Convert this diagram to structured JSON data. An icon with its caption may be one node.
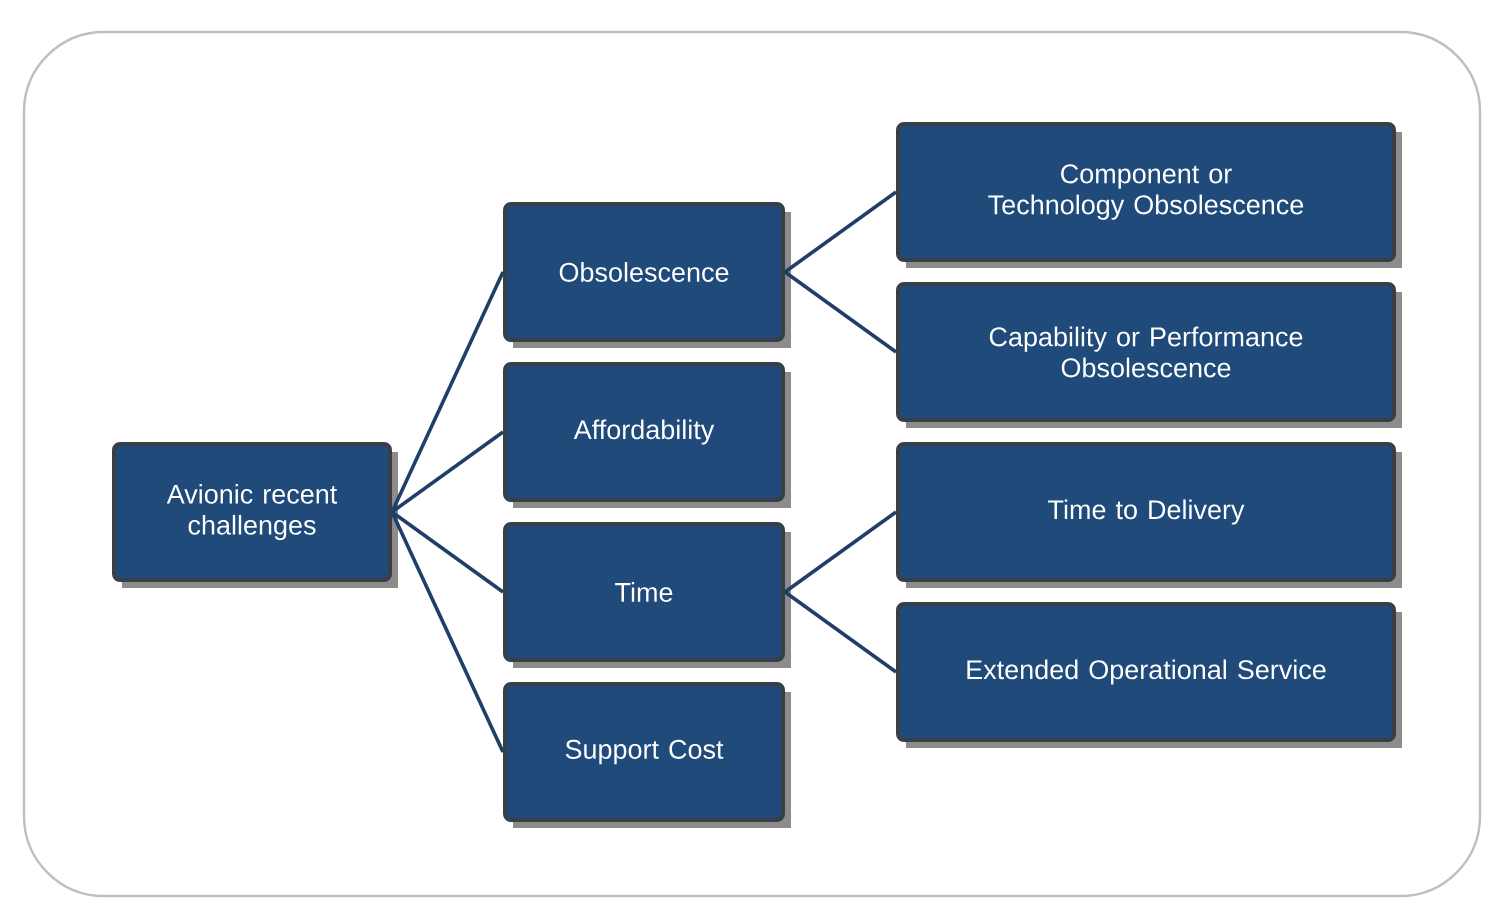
{
  "diagram": {
    "nodes": [
      {
        "text": [
          "Avionic recent challenges"
        ]
      },
      {
        "text": [
          "Obsolescence"
        ]
      },
      {
        "text": [
          "Affordability"
        ]
      },
      {
        "text": [
          "Time"
        ]
      },
      {
        "text": [
          "Support Cost"
        ]
      },
      {
        "text": [
          "Component or Technology Obsolescence"
        ]
      },
      {
        "text": [
          "Capability or Performance Obsolescence"
        ]
      },
      {
        "text": [
          "Time to Delivery"
        ]
      },
      {
        "text": [
          "Extended Operational Service"
        ]
      }
    ],
    "edges": [
      {
        "from": 0,
        "to": 1,
        "arrow": "none"
      },
      {
        "from": 0,
        "to": 2,
        "arrow": "none"
      },
      {
        "from": 0,
        "to": 3,
        "arrow": "none"
      },
      {
        "from": 0,
        "to": 4,
        "arrow": "none"
      },
      {
        "from": 1,
        "to": 5,
        "arrow": "none"
      },
      {
        "from": 1,
        "to": 6,
        "arrow": "none"
      },
      {
        "from": 3,
        "to": 7,
        "arrow": "none"
      },
      {
        "from": 3,
        "to": 8,
        "arrow": "none"
      }
    ]
  }
}
